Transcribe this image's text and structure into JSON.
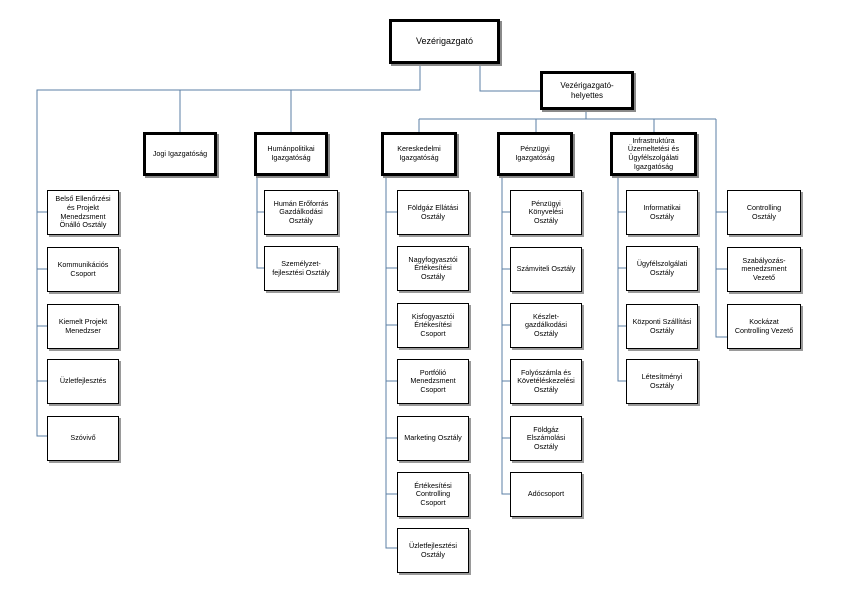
{
  "colors": {
    "connector": "#5b7fa6",
    "border": "#000000",
    "shadow": "#9a9a9a"
  },
  "nodes": {
    "ceo": "Vezérigazgató",
    "deputy": "Vezérigazgató-helyettes",
    "jogi": "Jogi Igazgatóság",
    "human": "Humánpolitikai\nIgazgatóság",
    "keresk": "Kereskedelmi\nIgazgatóság",
    "penzugyi": "Pénzügyi\nIgazgatóság",
    "infra": "Infrastruktúra\nÜzemeltetési és\nÜgyfélszolgálati\nIgazgatóság",
    "belso": "Belső Ellenőrzési\nés Projekt\nMenedzsment\nÖnálló Osztály",
    "kommunikacios": "Kommunikációs\nCsoport",
    "kiemelt": "Kiemelt Projekt\nMenedzser",
    "uzletfejl": "Üzletfejlesztés",
    "szovivo": "Szóvivő",
    "human_eroforras": "Humán Erőforrás\nGazdálkodási\nOsztály",
    "szemelyzet": "Személyzet-\nfejlesztési Osztály",
    "foldgaz_ellatasi": "Földgáz Ellátási\nOsztály",
    "nagyfogyasztoi": "Nagyfogyasztói\nÉrtékesítési\nOsztály",
    "kisfogyasztoi": "Kisfogyasztói\nÉrtékesítési\nCsoport",
    "portfolio": "Portfólió\nMenedzsment\nCsoport",
    "marketing": "Marketing Osztály",
    "ert_controlling": "Értékesítési\nControlling\nCsoport",
    "uzletfejl_osztaly": "Üzletfejlesztési\nOsztály",
    "penzugyi_konyv": "Pénzügyi\nKönyvelési\nOsztály",
    "szamviteli": "Számviteli Osztály",
    "keszlet": "Készlet-\ngazdálkodási\nOsztály",
    "folyoszamla": "Folyószámla és\nKövetéléskezelési\nOsztály",
    "foldgaz_elszamolasi": "Földgáz\nElszámolási\nOsztály",
    "adocsoport": "Adócsoport",
    "informatikai": "Informatikai\nOsztály",
    "ugyfelszolgalati": "Ügyfélszolgálati\nOsztály",
    "kozponti": "Központi Szállítási\nOsztály",
    "letesitmenyi": "Létesítményi\nOsztály",
    "controlling": "Controlling\nOsztály",
    "szabalyozas": "Szabályozás-\nmenedzsment\nVezető",
    "kockazat": "Kockázat\nControlling Vezető"
  }
}
